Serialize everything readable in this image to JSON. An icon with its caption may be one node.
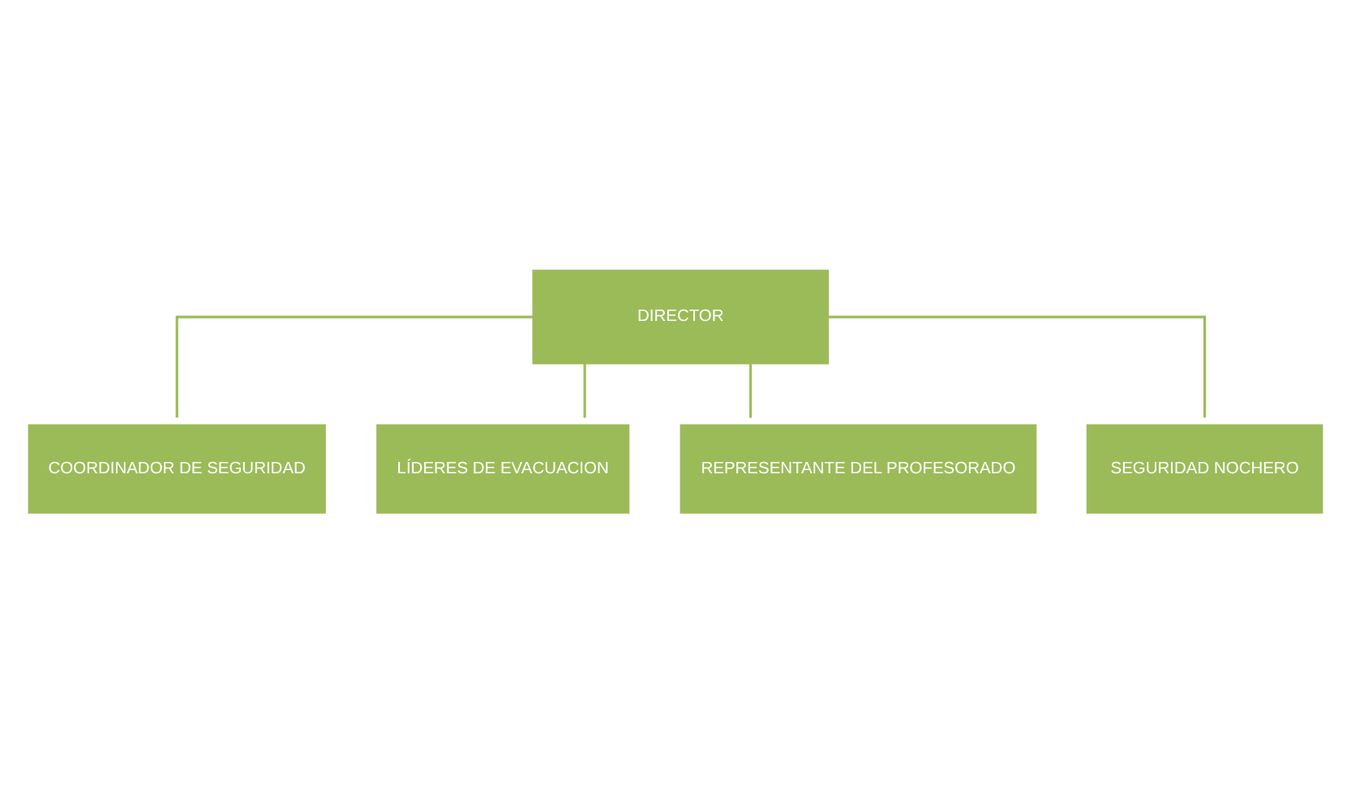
{
  "diagram": {
    "nodes": [
      {
        "text": [
          "DIRECTOR"
        ]
      },
      {
        "text": [
          "COORDINADOR DE SEGURIDAD"
        ]
      },
      {
        "text": [
          "LÍDERES DE EVACUACION"
        ]
      },
      {
        "text": [
          "REPRESENTANTE DEL PROFESORADO"
        ]
      },
      {
        "text": [
          "SEGURIDAD NOCHERO"
        ]
      }
    ],
    "edges": [
      {
        "from": 0,
        "to": 1,
        "arrow": "none"
      },
      {
        "from": 0,
        "to": 2,
        "arrow": "none"
      },
      {
        "from": 0,
        "to": 3,
        "arrow": "none"
      },
      {
        "from": 0,
        "to": 4,
        "arrow": "none"
      }
    ]
  }
}
